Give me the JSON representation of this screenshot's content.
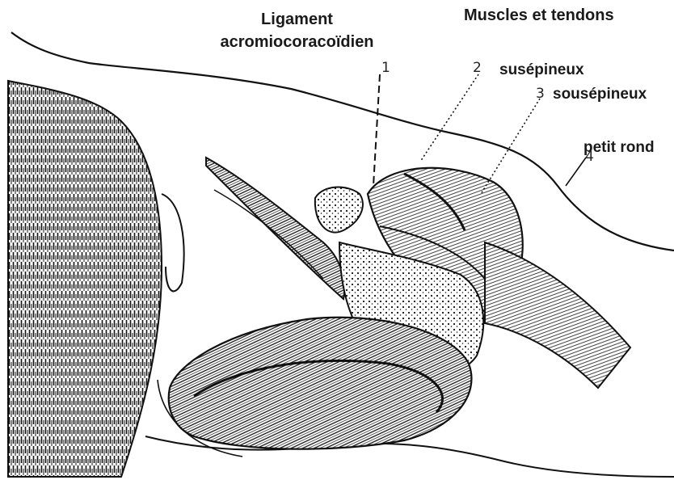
{
  "labels": {
    "ligament_line1": "Ligament",
    "ligament_line2": "acromiocoracoïdien",
    "muscles_title": "Muscles et tendons",
    "supraspinatus": "susépineux",
    "infraspinatus": "sousépineux",
    "teres_minor": "petit rond"
  },
  "numbers": {
    "n1": "1",
    "n2": "2",
    "n3": "3",
    "n4": "4"
  },
  "colors": {
    "ink": "#111111",
    "background": "#ffffff"
  }
}
